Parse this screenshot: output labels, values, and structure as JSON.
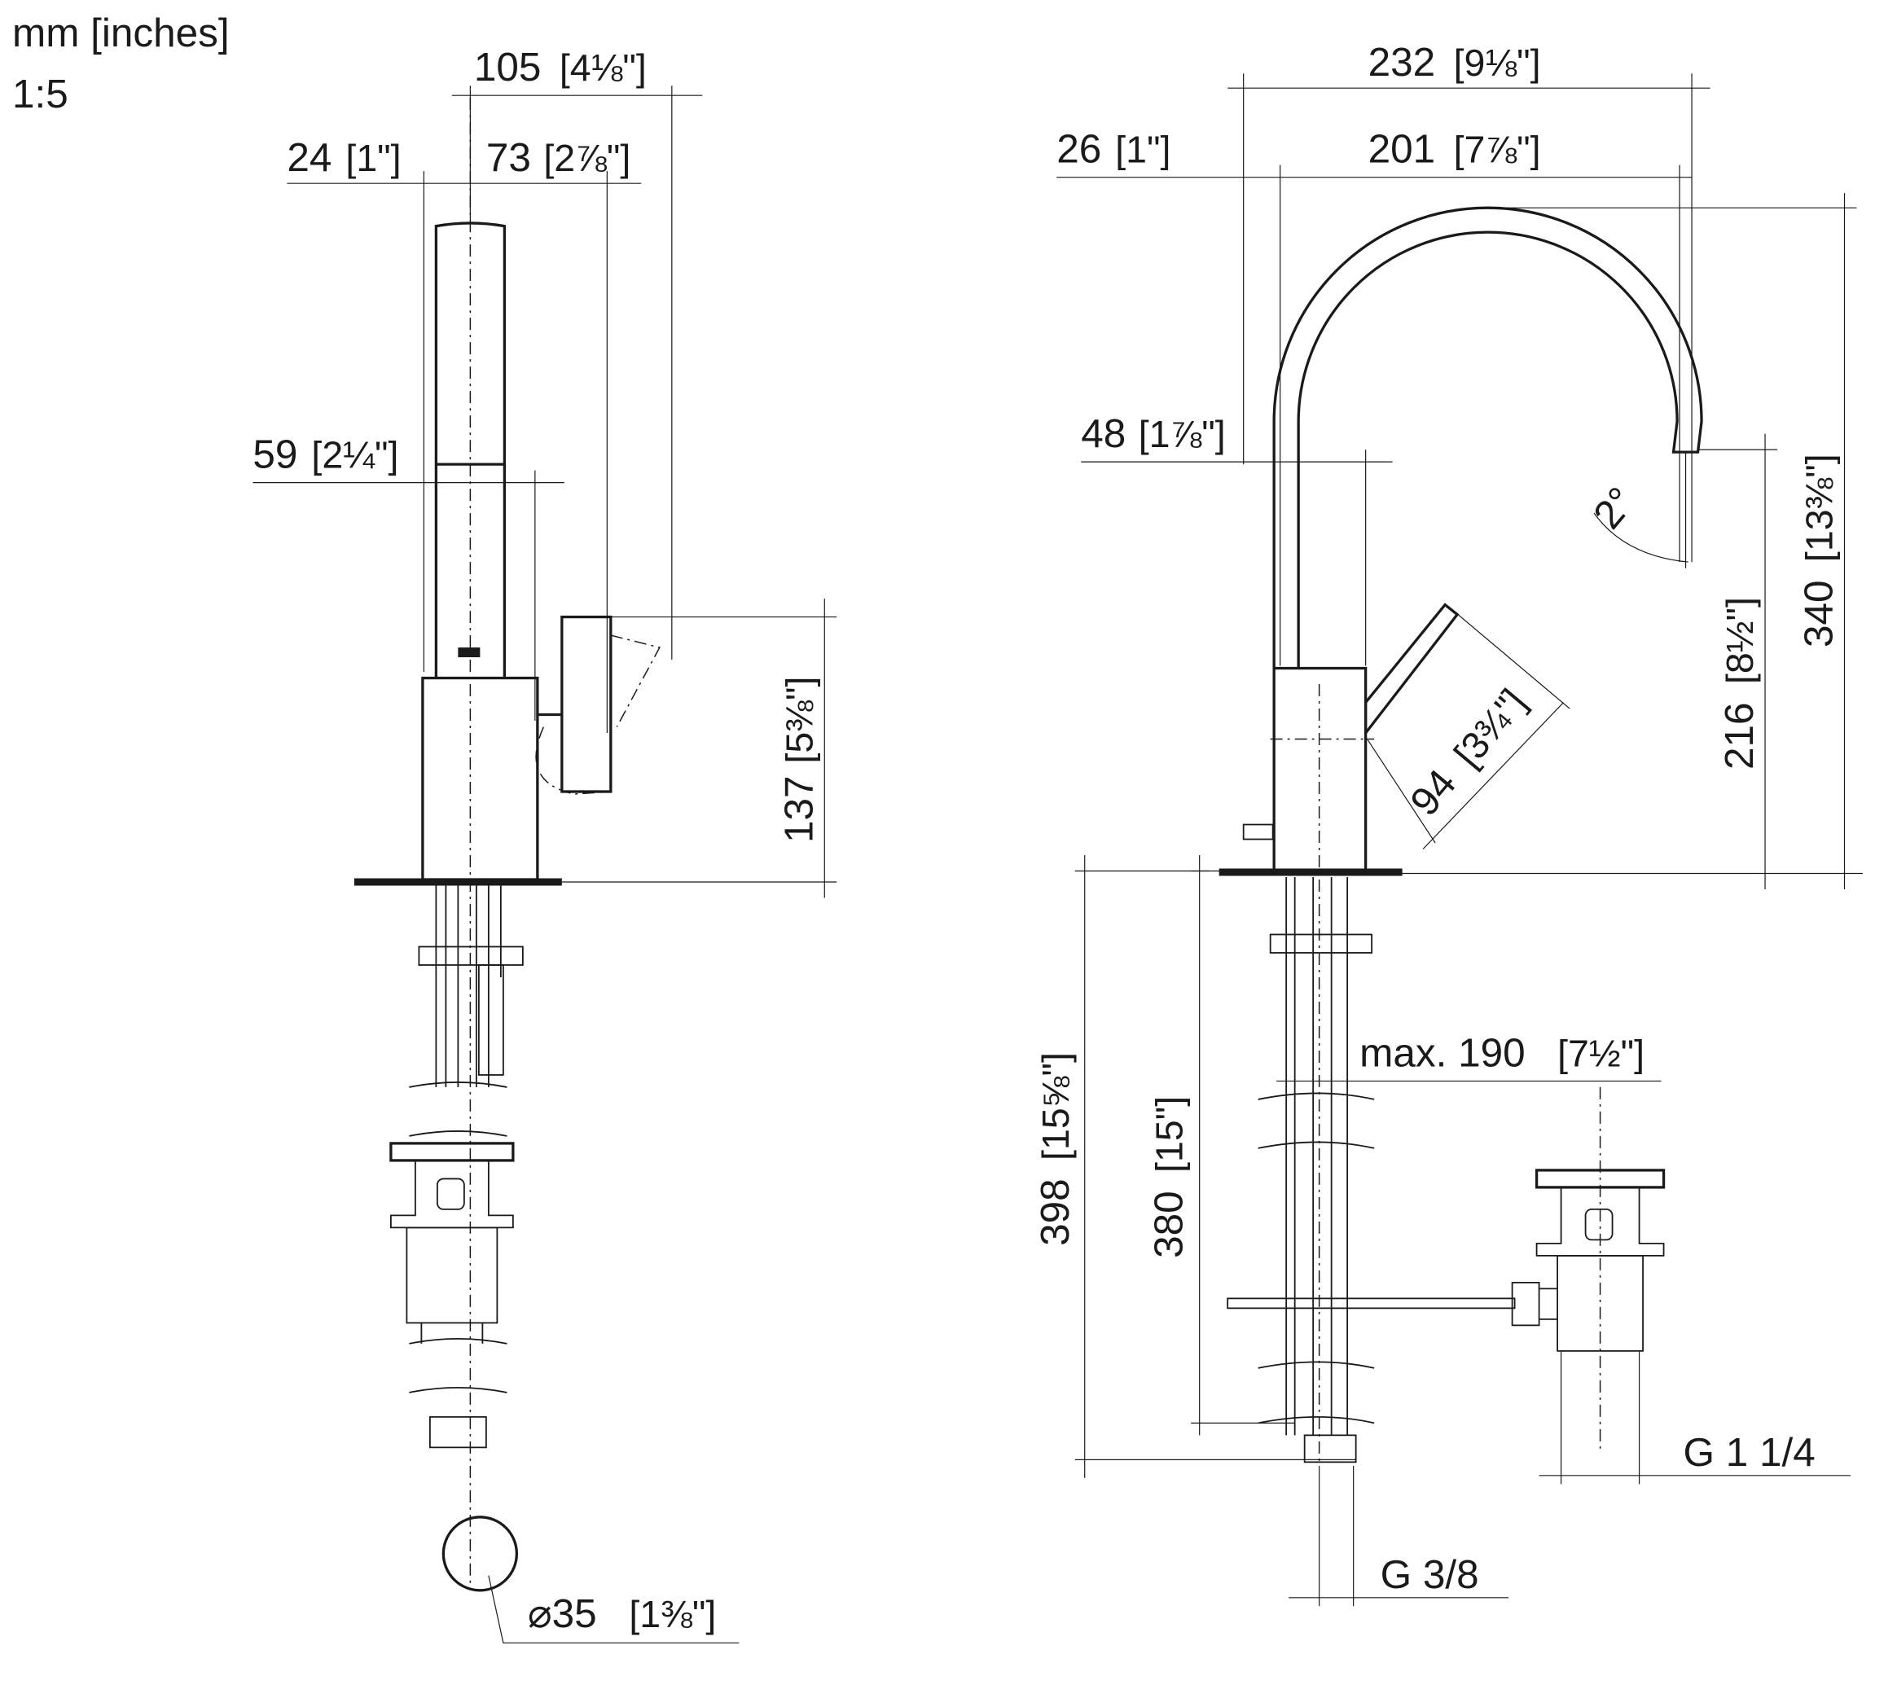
{
  "header": {
    "units": "mm [inches]",
    "scale": "1:5"
  },
  "side_view": {
    "dims": {
      "overall_depth": {
        "mm": "105",
        "in": "[4⅛\"]"
      },
      "spout_offset": {
        "mm": "24",
        "in": "[1\"]"
      },
      "handle_depth": {
        "mm": "73",
        "in": "[2⅞\"]"
      },
      "body_depth": {
        "mm": "59",
        "in": "[2¼\"]"
      },
      "handle_height": {
        "mm": "137",
        "in": "[5⅜\"]"
      },
      "hole_diameter": {
        "mm": "⌀35",
        "in": "[1⅜\"]"
      }
    }
  },
  "front_view": {
    "dims": {
      "overall_width": {
        "mm": "232",
        "in": "[9⅛\"]"
      },
      "rod_offset": {
        "mm": "26",
        "in": "[1\"]"
      },
      "spout_reach": {
        "mm": "201",
        "in": "[7⅞\"]"
      },
      "body_width": {
        "mm": "48",
        "in": "[1⅞\"]"
      },
      "spout_angle": "2°",
      "overall_height": {
        "mm": "340",
        "in": "[13⅜\"]"
      },
      "spout_height": {
        "mm": "216",
        "in": "[8½\"]"
      },
      "lever_length": {
        "mm": "94",
        "in": "[3¾\"]"
      },
      "max_rod": {
        "mm": "max. 190",
        "in": "[7½\"]"
      },
      "shank_length": {
        "mm": "398",
        "in": "[15⅝\"]"
      },
      "hose_length": {
        "mm": "380",
        "in": "[15\"]"
      },
      "waste_thread": "G 1 1/4",
      "supply_thread": "G 3/8"
    }
  }
}
